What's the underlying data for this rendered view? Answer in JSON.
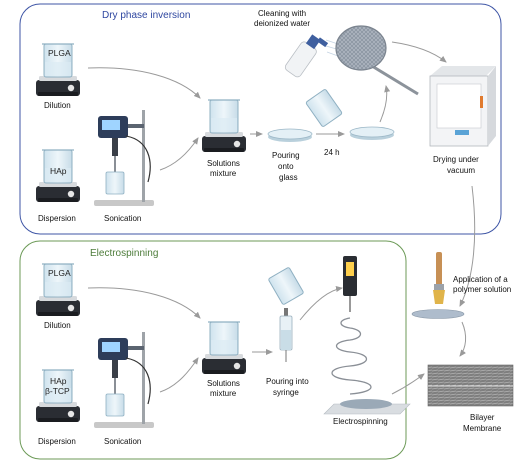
{
  "colors": {
    "phase_panel_border": "#3f56a6",
    "phase_title": "#2f47a0",
    "electro_panel_border": "#6c9a57",
    "electro_title": "#4d7c3a",
    "arrow": "#9a9a9a"
  },
  "dry_phase": {
    "title": "Dry phase inversion",
    "beaker_top": "PLGA",
    "beaker_bottom": "HAp",
    "dilution": "Dilution",
    "dispersion": "Dispersion",
    "sonication": "Sonication",
    "solutions_1": "Solutions",
    "solutions_2": "mixture",
    "cleaning_1": "Cleaning with",
    "cleaning_2": "deionized water",
    "pouring_1": "Pouring",
    "pouring_2": "onto",
    "pouring_3": "glass",
    "time": "24 h",
    "drying_1": "Drying under",
    "drying_2": "vacuum"
  },
  "electro": {
    "title": "Electrospinning",
    "beaker_top": "PLGA",
    "beaker_bottom_1": "HAp",
    "beaker_bottom_2": "β-TCP",
    "dilution": "Dilution",
    "dispersion": "Dispersion",
    "sonication": "Sonication",
    "solutions_1": "Solutions",
    "solutions_2": "mixture",
    "pouring_1": "Pouring into",
    "pouring_2": "syringe",
    "electrospinning": "Electrospinning"
  },
  "outside": {
    "application_1": "Application of a",
    "application_2": "polymer solution",
    "bilayer_1": "Bilayer",
    "bilayer_2": "Membrane"
  }
}
